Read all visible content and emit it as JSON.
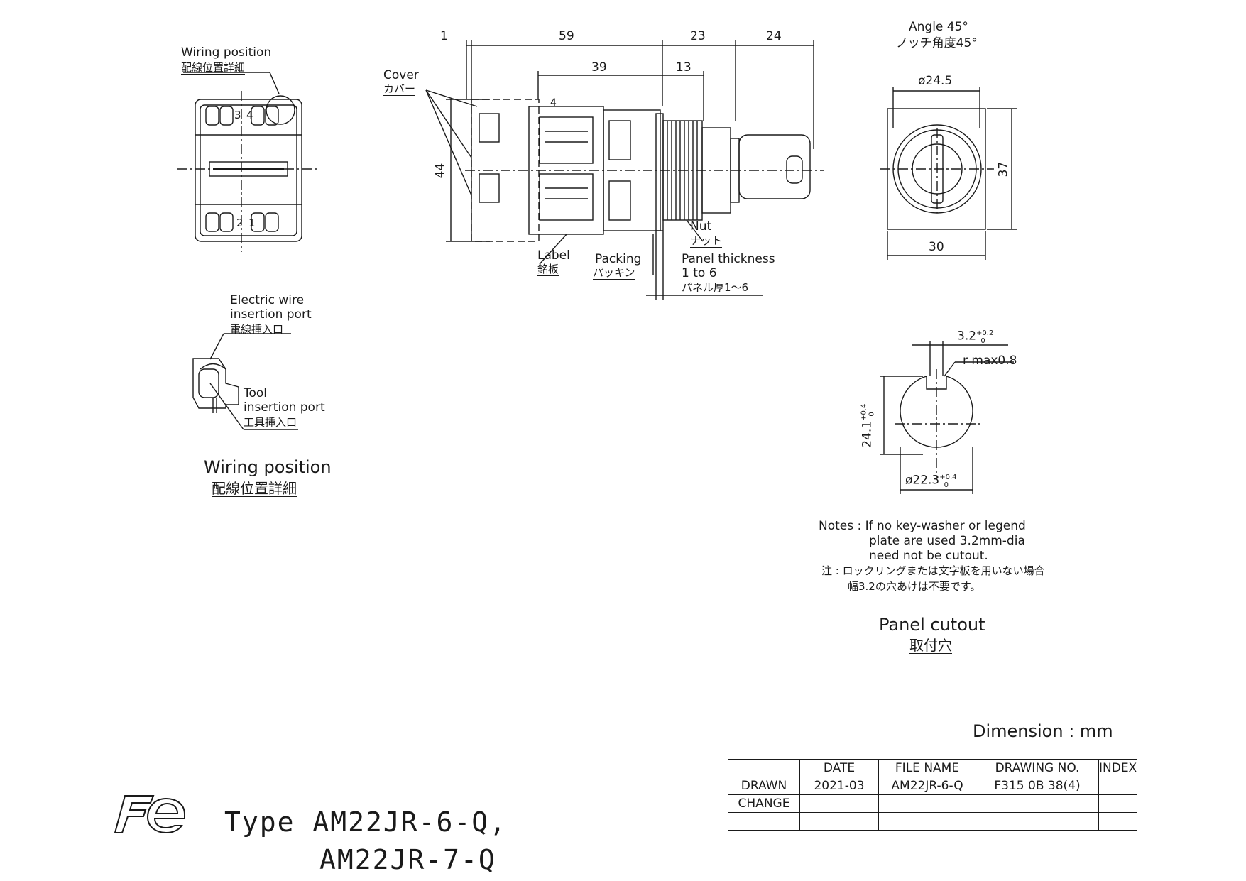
{
  "wiring_detail": {
    "title_en": "Wiring position",
    "title_ja": "配線位置詳細",
    "terminal_labels": [
      "3",
      "4",
      "1",
      "2"
    ],
    "electric_wire_port_en_1": "Electric wire",
    "electric_wire_port_en_2": "insertion port",
    "electric_wire_port_ja": "電線挿入口",
    "tool_port_en_1": "Tool",
    "tool_port_en_2": "insertion port",
    "tool_port_ja": "工具挿入口",
    "caption_en": "Wiring position",
    "caption_ja": "配線位置詳細"
  },
  "side_view": {
    "dims": {
      "d1": "1",
      "d59": "59",
      "d23": "23",
      "d24": "24",
      "d39": "39",
      "d13": "13",
      "d44": "44"
    },
    "terminal_mark": "4",
    "cover_en": "Cover",
    "cover_ja": "カバー",
    "nut_en": "Nut",
    "nut_ja": "ナット",
    "label_en": "Label",
    "label_ja": "銘板",
    "packing_en": "Packing",
    "packing_ja": "パッキン",
    "panel_thickness_en_1": "Panel thickness",
    "panel_thickness_en_2": "1 to 6",
    "panel_thickness_ja": "パネル厚1〜6"
  },
  "front_view": {
    "angle_en": "Angle 45°",
    "angle_ja": "ノッチ角度45°",
    "diameter": "ø24.5",
    "height": "37",
    "width": "30"
  },
  "cutout": {
    "keyway_width": "3.2",
    "keyway_tol_upper": "+0.2",
    "keyway_tol_lower": "0",
    "radius": "r max0.8",
    "height": "24.1",
    "height_tol_upper": "+0.4",
    "height_tol_lower": "0",
    "diameter": "ø22.3",
    "diameter_tol_upper": "+0.4",
    "diameter_tol_lower": "0",
    "caption_en": "Panel cutout",
    "caption_ja": "取付穴"
  },
  "notes": {
    "line1": "Notes : If no key-washer or legend",
    "line2": "plate are used 3.2mm-dia",
    "line3": "need not be cutout.",
    "line4": "注 : ロックリングまたは文字板を用いない場合",
    "line5": "幅3.2の穴あけは不要です。"
  },
  "dimension_unit": "Dimension : mm",
  "title_block": {
    "headers": [
      "DATE",
      "FILE NAME",
      "DRAWING NO.",
      "INDEX"
    ],
    "drawn_label": "DRAWN",
    "drawn_date": "2021-03",
    "drawn_file": "AM22JR-6-Q",
    "drawn_no": "F315 0B 38(4)",
    "drawn_index": "",
    "change_label": "CHANGE"
  },
  "logo_text": "Fe",
  "type_line1": "Type AM22JR-6-Q,",
  "type_line2": "AM22JR-7-Q"
}
